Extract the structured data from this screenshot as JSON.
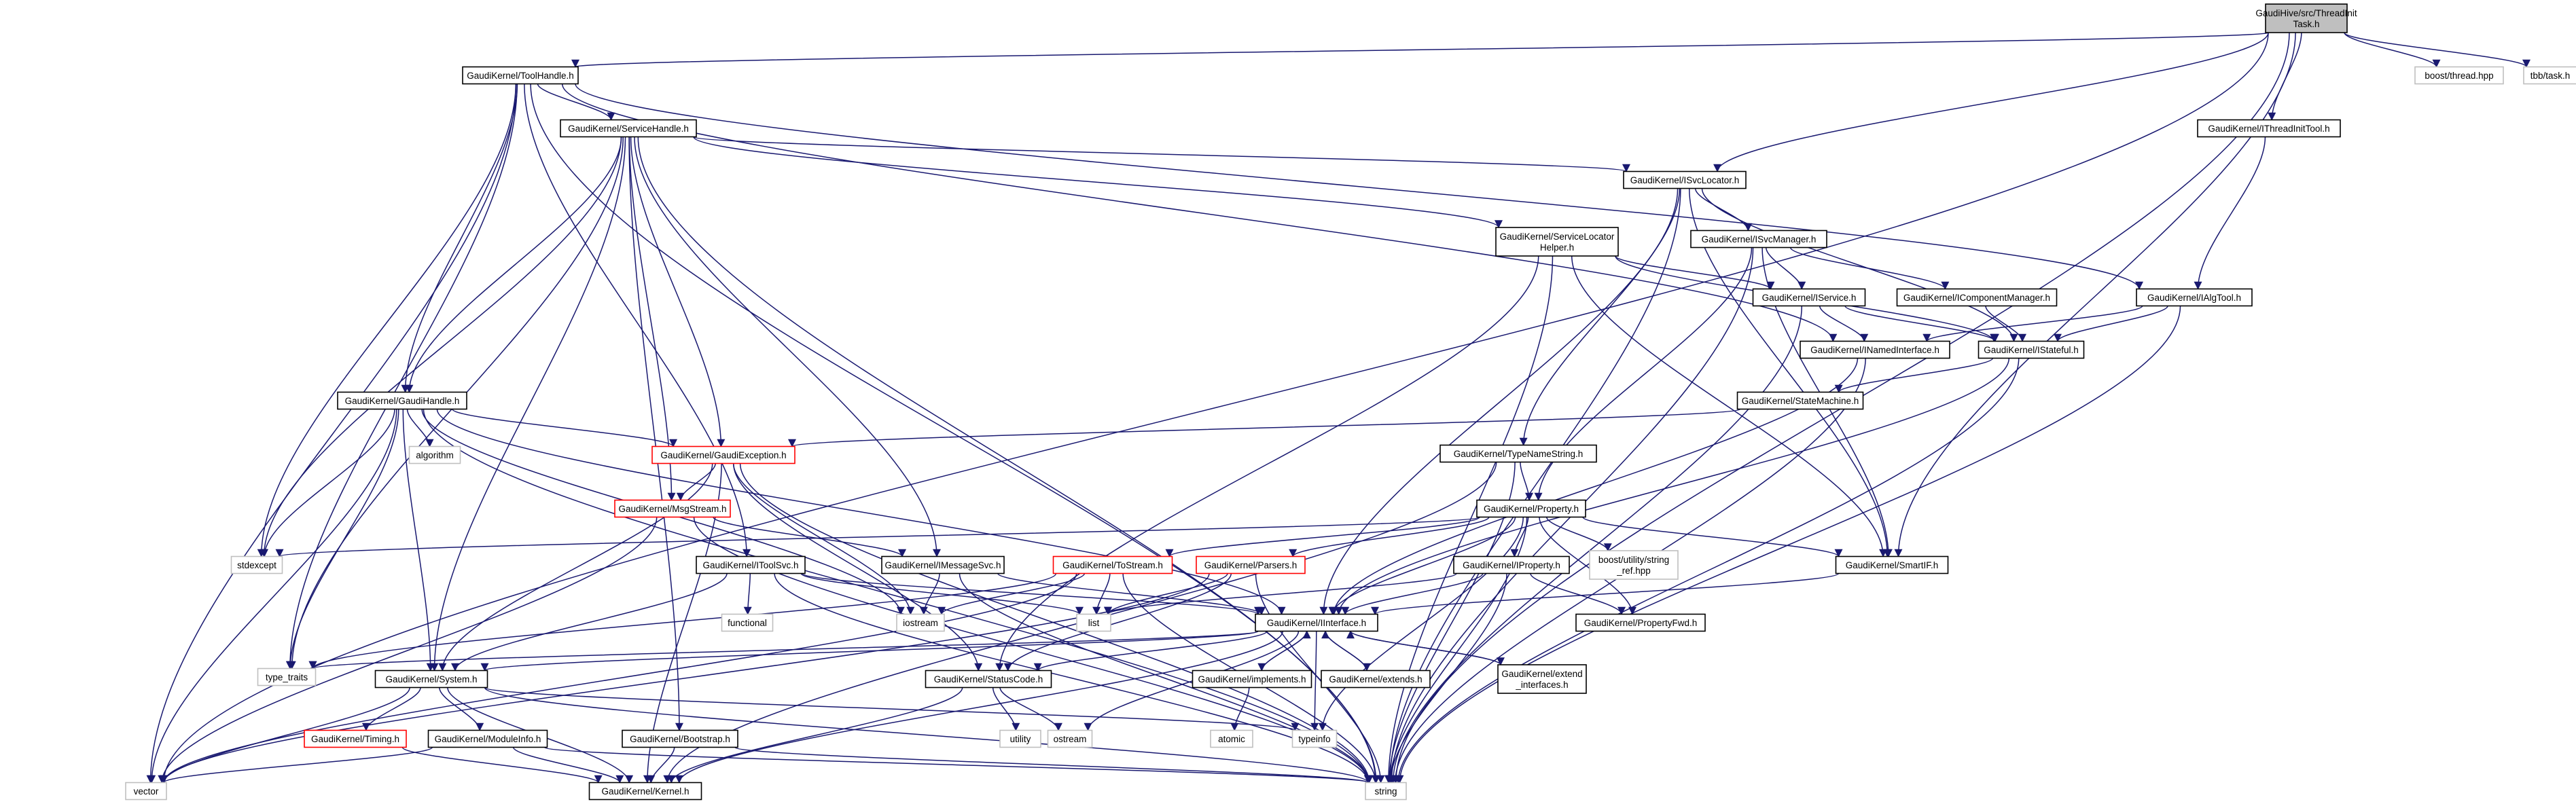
{
  "colors": {
    "edge": "#191970",
    "node_normal_border": "#000000",
    "node_normal_fill": "#ffffff",
    "node_root_fill": "#bfbfbf",
    "node_external_border": "#bfbfbf",
    "node_truncated_border": "#ff0000",
    "text": "#000000"
  },
  "nodes": [
    {
      "id": "root",
      "lines": [
        "GaudiHive/src/ThreadInit",
        "Task.h"
      ],
      "kind": "root"
    },
    {
      "id": "toolhandle",
      "lines": [
        "GaudiKernel/ToolHandle.h"
      ],
      "kind": "normal"
    },
    {
      "id": "boostthread",
      "lines": [
        "boost/thread.hpp"
      ],
      "kind": "external"
    },
    {
      "id": "tbbtask",
      "lines": [
        "tbb/task.h"
      ],
      "kind": "external"
    },
    {
      "id": "ithreadinittool",
      "lines": [
        "GaudiKernel/IThreadInitTool.h"
      ],
      "kind": "normal"
    },
    {
      "id": "servicehandle",
      "lines": [
        "GaudiKernel/ServiceHandle.h"
      ],
      "kind": "normal"
    },
    {
      "id": "isvclocator",
      "lines": [
        "GaudiKernel/ISvcLocator.h"
      ],
      "kind": "normal"
    },
    {
      "id": "isvcmanager",
      "lines": [
        "GaudiKernel/ISvcManager.h"
      ],
      "kind": "normal"
    },
    {
      "id": "servicelocatorhelper",
      "lines": [
        "GaudiKernel/ServiceLocator",
        "Helper.h"
      ],
      "kind": "normal"
    },
    {
      "id": "iservice",
      "lines": [
        "GaudiKernel/IService.h"
      ],
      "kind": "normal"
    },
    {
      "id": "icomponentmanager",
      "lines": [
        "GaudiKernel/IComponentManager.h"
      ],
      "kind": "normal"
    },
    {
      "id": "ialgtool",
      "lines": [
        "GaudiKernel/IAlgTool.h"
      ],
      "kind": "normal"
    },
    {
      "id": "inamedinterface",
      "lines": [
        "GaudiKernel/INamedInterface.h"
      ],
      "kind": "normal"
    },
    {
      "id": "istateful",
      "lines": [
        "GaudiKernel/IStateful.h"
      ],
      "kind": "normal"
    },
    {
      "id": "statemachine",
      "lines": [
        "GaudiKernel/StateMachine.h"
      ],
      "kind": "normal"
    },
    {
      "id": "gaudihandle",
      "lines": [
        "GaudiKernel/GaudiHandle.h"
      ],
      "kind": "normal"
    },
    {
      "id": "algorithm",
      "lines": [
        "algorithm"
      ],
      "kind": "external"
    },
    {
      "id": "gaudiexception",
      "lines": [
        "GaudiKernel/GaudiException.h"
      ],
      "kind": "truncated"
    },
    {
      "id": "typenamestring",
      "lines": [
        "GaudiKernel/TypeNameString.h"
      ],
      "kind": "normal"
    },
    {
      "id": "msgstream",
      "lines": [
        "GaudiKernel/MsgStream.h"
      ],
      "kind": "truncated"
    },
    {
      "id": "property",
      "lines": [
        "GaudiKernel/Property.h"
      ],
      "kind": "normal"
    },
    {
      "id": "stdexcept",
      "lines": [
        "stdexcept"
      ],
      "kind": "external"
    },
    {
      "id": "itoolsvc",
      "lines": [
        "GaudiKernel/IToolSvc.h"
      ],
      "kind": "normal"
    },
    {
      "id": "imessagesvc",
      "lines": [
        "GaudiKernel/IMessageSvc.h"
      ],
      "kind": "normal"
    },
    {
      "id": "tostream",
      "lines": [
        "GaudiKernel/ToStream.h"
      ],
      "kind": "truncated"
    },
    {
      "id": "parsers",
      "lines": [
        "GaudiKernel/Parsers.h"
      ],
      "kind": "truncated"
    },
    {
      "id": "iproperty",
      "lines": [
        "GaudiKernel/IProperty.h"
      ],
      "kind": "normal"
    },
    {
      "id": "boostref",
      "lines": [
        "boost/utility/string",
        "_ref.hpp"
      ],
      "kind": "external"
    },
    {
      "id": "smartif",
      "lines": [
        "GaudiKernel/SmartIF.h"
      ],
      "kind": "normal"
    },
    {
      "id": "functional",
      "lines": [
        "functional"
      ],
      "kind": "external"
    },
    {
      "id": "iostream",
      "lines": [
        "iostream"
      ],
      "kind": "external"
    },
    {
      "id": "list",
      "lines": [
        "list"
      ],
      "kind": "external"
    },
    {
      "id": "iinterface",
      "lines": [
        "GaudiKernel/IInterface.h"
      ],
      "kind": "normal"
    },
    {
      "id": "propertyfwd",
      "lines": [
        "GaudiKernel/PropertyFwd.h"
      ],
      "kind": "normal"
    },
    {
      "id": "typetraits",
      "lines": [
        "type_traits"
      ],
      "kind": "external"
    },
    {
      "id": "system",
      "lines": [
        "GaudiKernel/System.h"
      ],
      "kind": "normal"
    },
    {
      "id": "statuscode",
      "lines": [
        "GaudiKernel/StatusCode.h"
      ],
      "kind": "normal"
    },
    {
      "id": "implements",
      "lines": [
        "GaudiKernel/implements.h"
      ],
      "kind": "normal"
    },
    {
      "id": "extends",
      "lines": [
        "GaudiKernel/extends.h"
      ],
      "kind": "normal"
    },
    {
      "id": "extendinterfaces",
      "lines": [
        "GaudiKernel/extend",
        "_interfaces.h"
      ],
      "kind": "normal"
    },
    {
      "id": "timing",
      "lines": [
        "GaudiKernel/Timing.h"
      ],
      "kind": "truncated"
    },
    {
      "id": "moduleinfo",
      "lines": [
        "GaudiKernel/ModuleInfo.h"
      ],
      "kind": "normal"
    },
    {
      "id": "bootstrap",
      "lines": [
        "GaudiKernel/Bootstrap.h"
      ],
      "kind": "normal"
    },
    {
      "id": "utility",
      "lines": [
        "utility"
      ],
      "kind": "external"
    },
    {
      "id": "ostream",
      "lines": [
        "ostream"
      ],
      "kind": "external"
    },
    {
      "id": "atomic",
      "lines": [
        "atomic"
      ],
      "kind": "external"
    },
    {
      "id": "typeinfo",
      "lines": [
        "typeinfo"
      ],
      "kind": "external"
    },
    {
      "id": "vector",
      "lines": [
        "vector"
      ],
      "kind": "external"
    },
    {
      "id": "kernel",
      "lines": [
        "GaudiKernel/Kernel.h"
      ],
      "kind": "normal"
    },
    {
      "id": "string",
      "lines": [
        "string"
      ],
      "kind": "external"
    }
  ],
  "edges": [
    [
      "root",
      "toolhandle"
    ],
    [
      "root",
      "boostthread"
    ],
    [
      "root",
      "tbbtask"
    ],
    [
      "root",
      "ithreadinittool"
    ],
    [
      "root",
      "isvclocator"
    ],
    [
      "root",
      "smartif"
    ],
    [
      "root",
      "string"
    ],
    [
      "root",
      "vector"
    ],
    [
      "toolhandle",
      "servicehandle"
    ],
    [
      "toolhandle",
      "gaudihandle"
    ],
    [
      "toolhandle",
      "ialgtool"
    ],
    [
      "toolhandle",
      "itoolsvc"
    ],
    [
      "toolhandle",
      "inamedinterface"
    ],
    [
      "toolhandle",
      "stdexcept"
    ],
    [
      "toolhandle",
      "typetraits"
    ],
    [
      "toolhandle",
      "vector"
    ],
    [
      "toolhandle",
      "string"
    ],
    [
      "ithreadinittool",
      "ialgtool"
    ],
    [
      "servicehandle",
      "isvclocator"
    ],
    [
      "servicehandle",
      "servicelocatorhelper"
    ],
    [
      "servicehandle",
      "gaudihandle"
    ],
    [
      "servicehandle",
      "gaudiexception"
    ],
    [
      "servicehandle",
      "msgstream"
    ],
    [
      "servicehandle",
      "imessagesvc"
    ],
    [
      "servicehandle",
      "stdexcept"
    ],
    [
      "servicehandle",
      "typetraits"
    ],
    [
      "servicehandle",
      "string"
    ],
    [
      "servicehandle",
      "system"
    ],
    [
      "servicehandle",
      "bootstrap"
    ],
    [
      "isvclocator",
      "isvcmanager"
    ],
    [
      "isvclocator",
      "typenamestring"
    ],
    [
      "isvclocator",
      "smartif"
    ],
    [
      "isvclocator",
      "iinterface"
    ],
    [
      "isvclocator",
      "istateful"
    ],
    [
      "isvclocator",
      "string"
    ],
    [
      "isvcmanager",
      "iservice"
    ],
    [
      "isvcmanager",
      "icomponentmanager"
    ],
    [
      "isvcmanager",
      "property"
    ],
    [
      "isvcmanager",
      "smartif"
    ],
    [
      "isvcmanager",
      "string"
    ],
    [
      "servicelocatorhelper",
      "iservice"
    ],
    [
      "servicelocatorhelper",
      "istateful"
    ],
    [
      "servicelocatorhelper",
      "smartif"
    ],
    [
      "servicelocatorhelper",
      "statuscode"
    ],
    [
      "servicelocatorhelper",
      "string"
    ],
    [
      "iservice",
      "inamedinterface"
    ],
    [
      "iservice",
      "istateful"
    ],
    [
      "iservice",
      "string"
    ],
    [
      "icomponentmanager",
      "istateful"
    ],
    [
      "ialgtool",
      "inamedinterface"
    ],
    [
      "ialgtool",
      "istateful"
    ],
    [
      "ialgtool",
      "string"
    ],
    [
      "inamedinterface",
      "iinterface"
    ],
    [
      "inamedinterface",
      "string"
    ],
    [
      "istateful",
      "statemachine"
    ],
    [
      "istateful",
      "iinterface"
    ],
    [
      "istateful",
      "string"
    ],
    [
      "statemachine",
      "gaudiexception"
    ],
    [
      "gaudihandle",
      "gaudiexception"
    ],
    [
      "gaudihandle",
      "algorithm"
    ],
    [
      "gaudihandle",
      "iinterface"
    ],
    [
      "gaudihandle",
      "stdexcept"
    ],
    [
      "gaudihandle",
      "iostream"
    ],
    [
      "gaudihandle",
      "typetraits"
    ],
    [
      "gaudihandle",
      "vector"
    ],
    [
      "gaudihandle",
      "string"
    ],
    [
      "gaudihandle",
      "system"
    ],
    [
      "gaudiexception",
      "msgstream"
    ],
    [
      "gaudiexception",
      "statuscode"
    ],
    [
      "gaudiexception",
      "system"
    ],
    [
      "gaudiexception",
      "kernel"
    ],
    [
      "gaudiexception",
      "string"
    ],
    [
      "gaudiexception",
      "iostream"
    ],
    [
      "typenamestring",
      "property"
    ],
    [
      "typenamestring",
      "kernel"
    ],
    [
      "typenamestring",
      "string"
    ],
    [
      "msgstream",
      "imessagesvc"
    ],
    [
      "msgstream",
      "vector"
    ],
    [
      "msgstream",
      "string"
    ],
    [
      "property",
      "iproperty"
    ],
    [
      "property",
      "parsers"
    ],
    [
      "property",
      "tostream"
    ],
    [
      "property",
      "boostref"
    ],
    [
      "property",
      "propertyfwd"
    ],
    [
      "property",
      "smartif"
    ],
    [
      "property",
      "stdexcept"
    ],
    [
      "property",
      "typeinfo"
    ],
    [
      "property",
      "string"
    ],
    [
      "property",
      "iinterface"
    ],
    [
      "itoolsvc",
      "iinterface"
    ],
    [
      "itoolsvc",
      "functional"
    ],
    [
      "itoolsvc",
      "list"
    ],
    [
      "itoolsvc",
      "system"
    ],
    [
      "itoolsvc",
      "string"
    ],
    [
      "imessagesvc",
      "iinterface"
    ],
    [
      "imessagesvc",
      "iostream"
    ],
    [
      "imessagesvc",
      "string"
    ],
    [
      "tostream",
      "iostream"
    ],
    [
      "tostream",
      "list"
    ],
    [
      "tostream",
      "vector"
    ],
    [
      "tostream",
      "string"
    ],
    [
      "tostream",
      "typetraits"
    ],
    [
      "parsers",
      "list"
    ],
    [
      "parsers",
      "vector"
    ],
    [
      "parsers",
      "statuscode"
    ],
    [
      "parsers",
      "string"
    ],
    [
      "iproperty",
      "iinterface"
    ],
    [
      "iproperty",
      "propertyfwd"
    ],
    [
      "iproperty",
      "list"
    ],
    [
      "iproperty",
      "string"
    ],
    [
      "smartif",
      "iinterface"
    ],
    [
      "iinterface",
      "system"
    ],
    [
      "iinterface",
      "statuscode"
    ],
    [
      "iinterface",
      "implements"
    ],
    [
      "iinterface",
      "extends"
    ],
    [
      "iinterface",
      "extendinterfaces"
    ],
    [
      "iinterface",
      "kernel"
    ],
    [
      "iinterface",
      "ostream"
    ],
    [
      "iinterface",
      "typeinfo"
    ],
    [
      "iinterface",
      "typetraits"
    ],
    [
      "implements",
      "iinterface"
    ],
    [
      "implements",
      "atomic"
    ],
    [
      "extends",
      "iinterface"
    ],
    [
      "extendinterfaces",
      "iinterface"
    ],
    [
      "system",
      "timing"
    ],
    [
      "system",
      "moduleinfo"
    ],
    [
      "system",
      "kernel"
    ],
    [
      "system",
      "string"
    ],
    [
      "system",
      "vector"
    ],
    [
      "system",
      "typeinfo"
    ],
    [
      "statuscode",
      "ostream"
    ],
    [
      "statuscode",
      "utility"
    ],
    [
      "statuscode",
      "kernel"
    ],
    [
      "timing",
      "kernel"
    ],
    [
      "moduleinfo",
      "kernel"
    ],
    [
      "moduleinfo",
      "string"
    ],
    [
      "moduleinfo",
      "vector"
    ],
    [
      "bootstrap",
      "kernel"
    ],
    [
      "bootstrap",
      "string"
    ]
  ]
}
